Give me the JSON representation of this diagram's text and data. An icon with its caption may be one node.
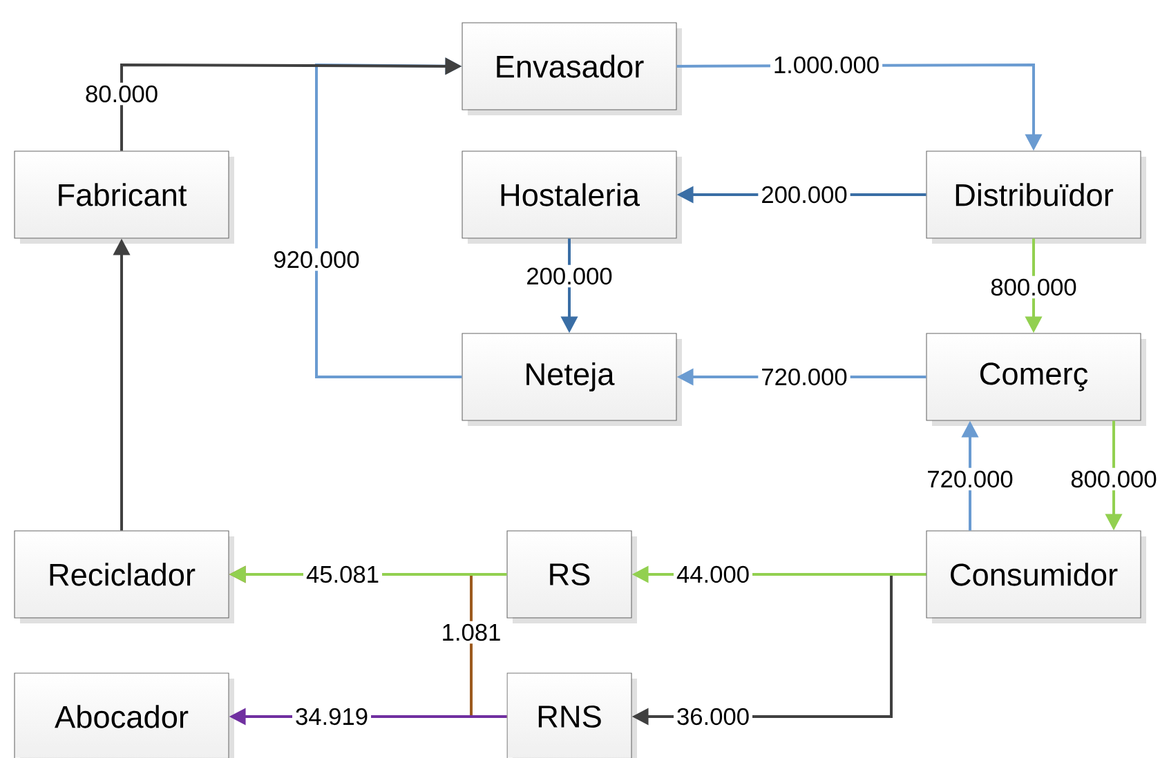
{
  "diagram": {
    "nodes": [
      {
        "text": [
          "Envasador"
        ]
      },
      {
        "text": [
          "Fabricant"
        ]
      },
      {
        "text": [
          "Hostaleria"
        ]
      },
      {
        "text": [
          "Distribuïdor"
        ]
      },
      {
        "text": [
          "Neteja"
        ]
      },
      {
        "text": [
          "Comerç"
        ]
      },
      {
        "text": [
          "Reciclador"
        ]
      },
      {
        "text": [
          "RS"
        ]
      },
      {
        "text": [
          "Consumidor"
        ]
      },
      {
        "text": [
          "Abocador"
        ]
      },
      {
        "text": [
          "RNS"
        ]
      }
    ],
    "edges": [
      {
        "from": 1,
        "to": 0,
        "arrow": "to",
        "label": "80.000",
        "color": "#404040"
      },
      {
        "from": 4,
        "to": 0,
        "arrow": "to",
        "label": "920.000",
        "color": "#6a9bd1"
      },
      {
        "from": 0,
        "to": 3,
        "arrow": "to",
        "label": "1.000.000",
        "color": "#6a9bd1"
      },
      {
        "from": 3,
        "to": 2,
        "arrow": "to",
        "label": "200.000",
        "color": "#3a6ea5"
      },
      {
        "from": 2,
        "to": 4,
        "arrow": "to",
        "label": "200.000",
        "color": "#3a6ea5"
      },
      {
        "from": 3,
        "to": 5,
        "arrow": "to",
        "label": "800.000",
        "color": "#92d050"
      },
      {
        "from": 5,
        "to": 4,
        "arrow": "to",
        "label": "720.000",
        "color": "#6a9bd1"
      },
      {
        "from": 8,
        "to": 5,
        "arrow": "to",
        "label": "720.000",
        "color": "#6a9bd1"
      },
      {
        "from": 5,
        "to": 8,
        "arrow": "to",
        "label": "800.000",
        "color": "#92d050"
      },
      {
        "from": 8,
        "to": 7,
        "arrow": "to",
        "label": "44.000",
        "color": "#92d050"
      },
      {
        "from": 7,
        "to": 6,
        "arrow": "to",
        "label": "45.081",
        "color": "#92d050"
      },
      {
        "from": 8,
        "to": 10,
        "arrow": "to",
        "label": "36.000",
        "color": "#404040"
      },
      {
        "from": 10,
        "to": 6,
        "arrow": "to",
        "label": "1.081",
        "color": "#9c5a1e"
      },
      {
        "from": 10,
        "to": 9,
        "arrow": "to",
        "label": "34.919",
        "color": "#7030a0"
      },
      {
        "from": 6,
        "to": 1,
        "arrow": "to",
        "color": "#404040"
      }
    ]
  }
}
